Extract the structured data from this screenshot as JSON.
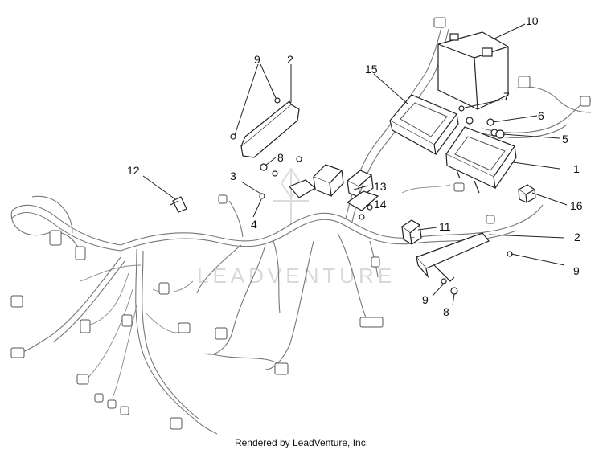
{
  "callouts": [
    {
      "id": "c10",
      "label": "10"
    },
    {
      "id": "c9a",
      "label": "9"
    },
    {
      "id": "c2a",
      "label": "2"
    },
    {
      "id": "c15",
      "label": "15"
    },
    {
      "id": "c7",
      "label": "7"
    },
    {
      "id": "c6",
      "label": "6"
    },
    {
      "id": "c5",
      "label": "5"
    },
    {
      "id": "c8a",
      "label": "8"
    },
    {
      "id": "c1",
      "label": "1"
    },
    {
      "id": "c12",
      "label": "12"
    },
    {
      "id": "c3",
      "label": "3"
    },
    {
      "id": "c13",
      "label": "13"
    },
    {
      "id": "c14",
      "label": "14"
    },
    {
      "id": "c4",
      "label": "4"
    },
    {
      "id": "c16",
      "label": "16"
    },
    {
      "id": "c11",
      "label": "11"
    },
    {
      "id": "c2b",
      "label": "2"
    },
    {
      "id": "c9b",
      "label": "9"
    },
    {
      "id": "c9c",
      "label": "9"
    },
    {
      "id": "c8b",
      "label": "8"
    }
  ],
  "watermark": "LEADVENTURE",
  "footer": "Rendered by LeadVenture, Inc."
}
